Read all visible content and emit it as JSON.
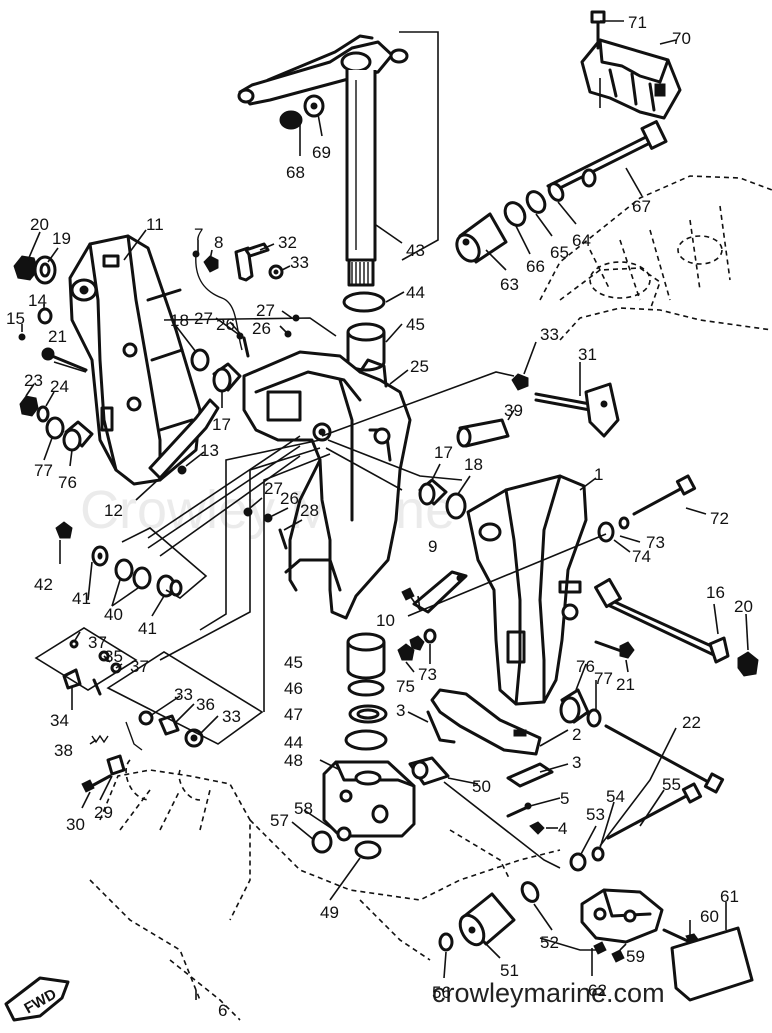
{
  "diagram": {
    "watermark": "Crowley Marine",
    "site": "crowleymarine.com",
    "direction": "FWD",
    "callouts": [
      {
        "id": "c1",
        "label": "1"
      },
      {
        "id": "c2",
        "label": "2"
      },
      {
        "id": "c3a",
        "label": "3"
      },
      {
        "id": "c3b",
        "label": "3"
      },
      {
        "id": "c4",
        "label": "4"
      },
      {
        "id": "c5",
        "label": "5"
      },
      {
        "id": "c6",
        "label": "6"
      },
      {
        "id": "c7",
        "label": "7"
      },
      {
        "id": "c8",
        "label": "8"
      },
      {
        "id": "c9",
        "label": "9"
      },
      {
        "id": "c10",
        "label": "10"
      },
      {
        "id": "c11",
        "label": "11"
      },
      {
        "id": "c12",
        "label": "12"
      },
      {
        "id": "c13",
        "label": "13"
      },
      {
        "id": "c14",
        "label": "14"
      },
      {
        "id": "c15",
        "label": "15"
      },
      {
        "id": "c16",
        "label": "16"
      },
      {
        "id": "c17a",
        "label": "17"
      },
      {
        "id": "c17b",
        "label": "17"
      },
      {
        "id": "c18a",
        "label": "18"
      },
      {
        "id": "c18b",
        "label": "18"
      },
      {
        "id": "c19",
        "label": "19"
      },
      {
        "id": "c20a",
        "label": "20"
      },
      {
        "id": "c20b",
        "label": "20"
      },
      {
        "id": "c21a",
        "label": "21"
      },
      {
        "id": "c21b",
        "label": "21"
      },
      {
        "id": "c22",
        "label": "22"
      },
      {
        "id": "c23",
        "label": "23"
      },
      {
        "id": "c24",
        "label": "24"
      },
      {
        "id": "c25",
        "label": "25"
      },
      {
        "id": "c26a",
        "label": "26"
      },
      {
        "id": "c26b",
        "label": "26"
      },
      {
        "id": "c26c",
        "label": "26"
      },
      {
        "id": "c27a",
        "label": "27"
      },
      {
        "id": "c27b",
        "label": "27"
      },
      {
        "id": "c27c",
        "label": "27"
      },
      {
        "id": "c28",
        "label": "28"
      },
      {
        "id": "c29",
        "label": "29"
      },
      {
        "id": "c30",
        "label": "30"
      },
      {
        "id": "c31",
        "label": "31"
      },
      {
        "id": "c32",
        "label": "32"
      },
      {
        "id": "c33a",
        "label": "33"
      },
      {
        "id": "c33b",
        "label": "33"
      },
      {
        "id": "c33c",
        "label": "33"
      },
      {
        "id": "c33d",
        "label": "33"
      },
      {
        "id": "c34",
        "label": "34"
      },
      {
        "id": "c35",
        "label": "35"
      },
      {
        "id": "c36",
        "label": "36"
      },
      {
        "id": "c37a",
        "label": "37"
      },
      {
        "id": "c37b",
        "label": "37"
      },
      {
        "id": "c38",
        "label": "38"
      },
      {
        "id": "c39",
        "label": "39"
      },
      {
        "id": "c40",
        "label": "40"
      },
      {
        "id": "c41a",
        "label": "41"
      },
      {
        "id": "c41b",
        "label": "41"
      },
      {
        "id": "c42",
        "label": "42"
      },
      {
        "id": "c43",
        "label": "43"
      },
      {
        "id": "c44a",
        "label": "44"
      },
      {
        "id": "c44b",
        "label": "44"
      },
      {
        "id": "c45a",
        "label": "45"
      },
      {
        "id": "c45b",
        "label": "45"
      },
      {
        "id": "c46",
        "label": "46"
      },
      {
        "id": "c47",
        "label": "47"
      },
      {
        "id": "c48",
        "label": "48"
      },
      {
        "id": "c49",
        "label": "49"
      },
      {
        "id": "c50",
        "label": "50"
      },
      {
        "id": "c51",
        "label": "51"
      },
      {
        "id": "c52",
        "label": "52"
      },
      {
        "id": "c53",
        "label": "53"
      },
      {
        "id": "c54",
        "label": "54"
      },
      {
        "id": "c55",
        "label": "55"
      },
      {
        "id": "c56",
        "label": "56"
      },
      {
        "id": "c57",
        "label": "57"
      },
      {
        "id": "c58",
        "label": "58"
      },
      {
        "id": "c59",
        "label": "59"
      },
      {
        "id": "c60",
        "label": "60"
      },
      {
        "id": "c61",
        "label": "61"
      },
      {
        "id": "c62",
        "label": "62"
      },
      {
        "id": "c63",
        "label": "63"
      },
      {
        "id": "c64",
        "label": "64"
      },
      {
        "id": "c65",
        "label": "65"
      },
      {
        "id": "c66",
        "label": "66"
      },
      {
        "id": "c67",
        "label": "67"
      },
      {
        "id": "c68",
        "label": "68"
      },
      {
        "id": "c69",
        "label": "69"
      },
      {
        "id": "c70",
        "label": "70"
      },
      {
        "id": "c71",
        "label": "71"
      },
      {
        "id": "c72",
        "label": "72"
      },
      {
        "id": "c73a",
        "label": "73"
      },
      {
        "id": "c73b",
        "label": "73"
      },
      {
        "id": "c74",
        "label": "74"
      },
      {
        "id": "c75",
        "label": "75"
      },
      {
        "id": "c76a",
        "label": "76"
      },
      {
        "id": "c76b",
        "label": "76"
      },
      {
        "id": "c77a",
        "label": "77"
      },
      {
        "id": "c77b",
        "label": "77"
      }
    ]
  }
}
